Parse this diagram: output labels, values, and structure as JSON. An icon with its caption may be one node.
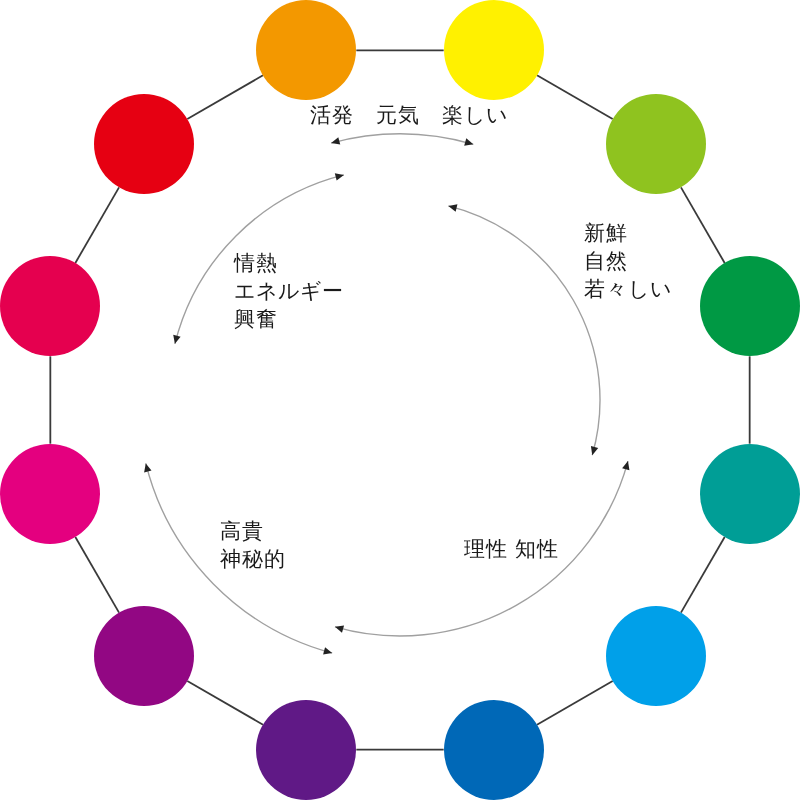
{
  "diagram": {
    "nodes": [
      {
        "text": [],
        "shape": "circle"
      },
      {
        "text": [],
        "shape": "circle"
      },
      {
        "text": [],
        "shape": "circle"
      },
      {
        "text": [],
        "shape": "circle"
      },
      {
        "text": [],
        "shape": "circle"
      },
      {
        "text": [],
        "shape": "circle"
      },
      {
        "text": [],
        "shape": "circle"
      },
      {
        "text": [],
        "shape": "circle"
      },
      {
        "text": [],
        "shape": "circle"
      },
      {
        "text": [],
        "shape": "circle"
      },
      {
        "text": [],
        "shape": "circle"
      },
      {
        "text": [],
        "shape": "circle"
      }
    ],
    "edges": [
      {
        "from": 0,
        "to": 1,
        "arrow": "none"
      },
      {
        "from": 1,
        "to": 3,
        "arrow": "none"
      },
      {
        "from": 3,
        "to": 5,
        "arrow": "none"
      },
      {
        "from": 5,
        "to": 7,
        "arrow": "none"
      },
      {
        "from": 7,
        "to": 9,
        "arrow": "none"
      },
      {
        "from": 9,
        "to": 11,
        "arrow": "none"
      },
      {
        "from": 11,
        "to": 10,
        "arrow": "none"
      },
      {
        "from": 10,
        "to": 8,
        "arrow": "none"
      },
      {
        "from": 8,
        "to": 6,
        "arrow": "none"
      },
      {
        "from": 6,
        "to": 4,
        "arrow": "none"
      },
      {
        "from": 4,
        "to": 2,
        "arrow": "none"
      },
      {
        "from": 2,
        "to": 0,
        "arrow": "none"
      }
    ],
    "labels": [
      "活発　元気　楽しい",
      "新鮮",
      "自然",
      "若々しい",
      "情熱",
      "エネルギー",
      "興奮",
      "高貴",
      "神秘的",
      "理性 知性"
    ]
  }
}
